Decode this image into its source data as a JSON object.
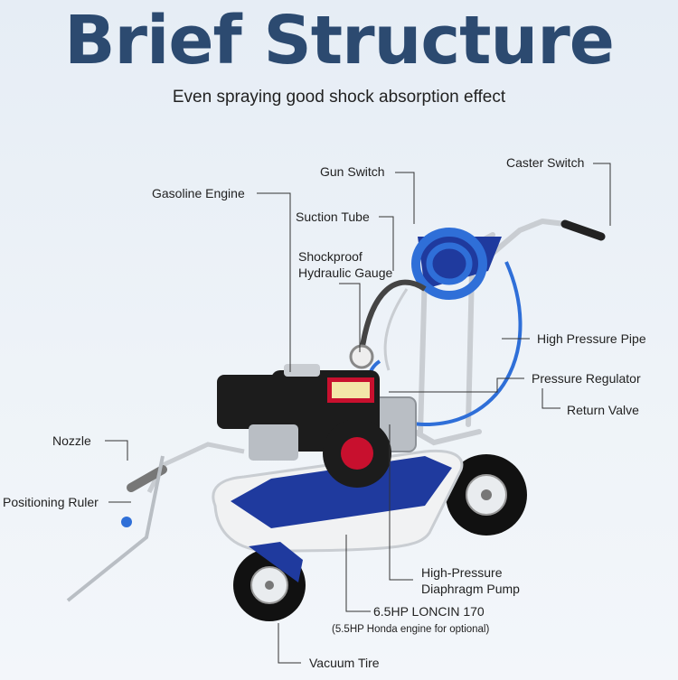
{
  "header": {
    "title": "Brief Structure",
    "subtitle": "Even spraying good shock absorption effect"
  },
  "labels": {
    "gun_switch": "Gun Switch",
    "caster_switch": "Caster Switch",
    "gasoline_engine": "Gasoline Engine",
    "suction_tube": "Suction Tube",
    "shockproof_gauge_line1": "Shockproof",
    "shockproof_gauge_line2": "Hydraulic Gauge",
    "high_pressure_pipe": "High Pressure Pipe",
    "pressure_regulator": "Pressure Regulator",
    "return_valve": "Return Valve",
    "nozzle": "Nozzle",
    "positioning_ruler": "Positioning Ruler",
    "diaphragm_pump_line1": "High-Pressure",
    "diaphragm_pump_line2": "Diaphragm Pump",
    "engine_model": "6.5HP LONCIN 170",
    "engine_option": "(5.5HP Honda engine for optional)",
    "vacuum_tire": "Vacuum Tire"
  },
  "colors": {
    "title": "#2c4a70",
    "frame_blue": "#1f3a9e",
    "hose_blue": "#2f6fd8",
    "engine_black": "#1c1c1c",
    "label_red": "#c8102e",
    "tire": "#111111",
    "chrome": "#c9cdd2"
  }
}
